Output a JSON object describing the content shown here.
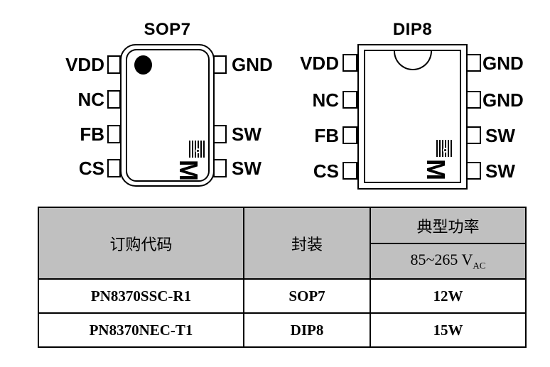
{
  "packages": [
    {
      "title": "SOP7",
      "left_pins": [
        "VDD",
        "NC",
        "FB",
        "CS"
      ],
      "right_pins": [
        "GND",
        "SW",
        "SW"
      ]
    },
    {
      "title": "DIP8",
      "left_pins": [
        "VDD",
        "NC",
        "FB",
        "CS"
      ],
      "right_pins": [
        "GND",
        "GND",
        "SW",
        "SW"
      ]
    }
  ],
  "logo": {
    "glyph": "M"
  },
  "table": {
    "header": {
      "order_code": "订购代码",
      "package": "封装",
      "typical_power": "典型功率",
      "voltage": "85~265 V",
      "voltage_sub": "AC"
    },
    "rows": [
      {
        "order_code": "PN8370SSC-R1",
        "package": "SOP7",
        "power": "12W"
      },
      {
        "order_code": "PN8370NEC-T1",
        "package": "DIP8",
        "power": "15W"
      }
    ],
    "header_bg": "#c0c0c0"
  }
}
